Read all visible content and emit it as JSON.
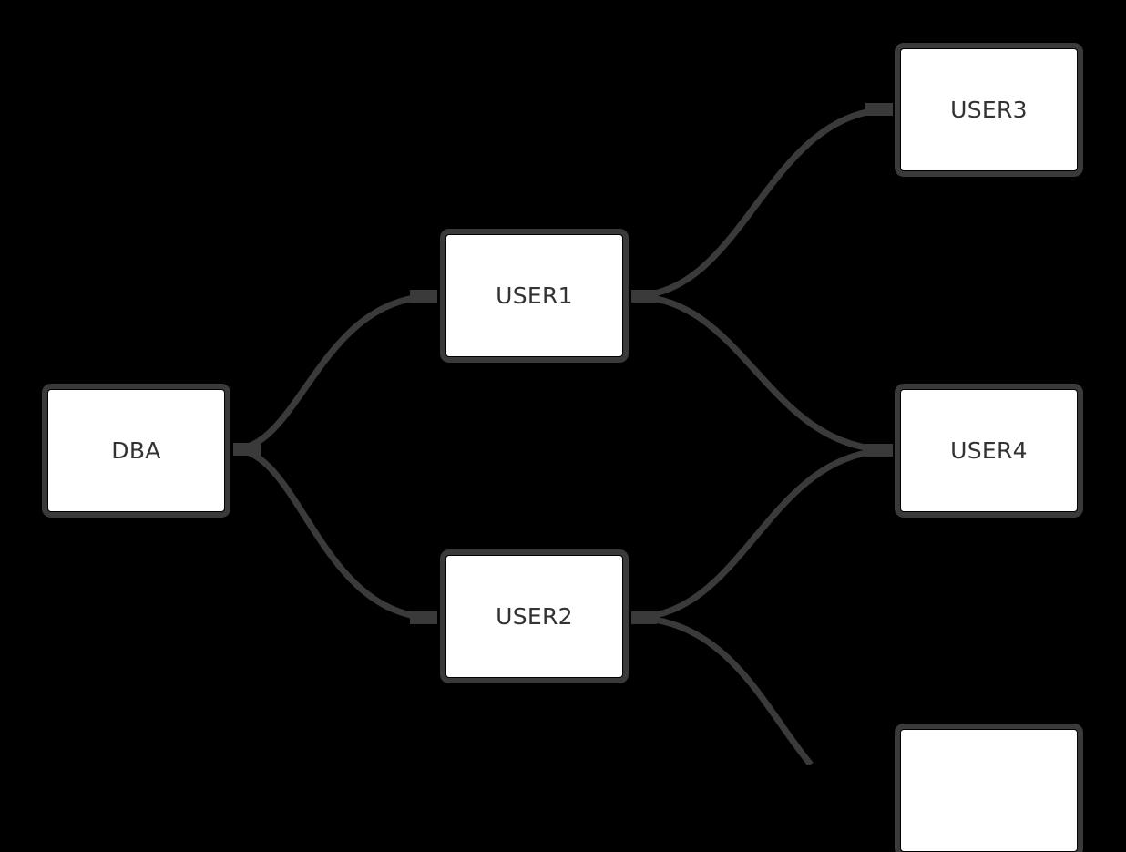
{
  "diagram": {
    "nodes": [
      {
        "id": "dba",
        "label": "DBA"
      },
      {
        "id": "user1",
        "label": "USER1"
      },
      {
        "id": "user2",
        "label": "USER2"
      },
      {
        "id": "user3",
        "label": "USER3"
      },
      {
        "id": "user4",
        "label": "USER4"
      },
      {
        "id": "user5",
        "label": ""
      }
    ],
    "edges": [
      {
        "from": "dba",
        "to": "user1"
      },
      {
        "from": "dba",
        "to": "user2"
      },
      {
        "from": "user1",
        "to": "user3"
      },
      {
        "from": "user1",
        "to": "user4"
      },
      {
        "from": "user2",
        "to": "user4"
      },
      {
        "from": "user2",
        "to": "user5"
      }
    ],
    "colors": {
      "background": "#000000",
      "node_fill": "#ffffff",
      "node_border": "#3a3a3a",
      "edge": "#3a3a3a",
      "text": "#333333"
    }
  }
}
